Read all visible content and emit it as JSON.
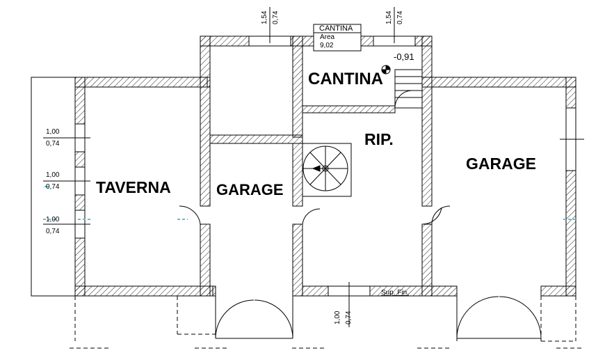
{
  "rooms": {
    "taverna": "TAVERNA",
    "garage_left": "GARAGE",
    "cantina": "CANTINA",
    "rip": "RIP.",
    "garage_right": "GARAGE"
  },
  "tag": {
    "name": "CANTINA",
    "area_label": "Area",
    "area_value": "9,02"
  },
  "level": "-0,91",
  "sup_fin": "Sup. Fin.",
  "windows": {
    "top_left": [
      "1,54",
      "0,74"
    ],
    "top_right": [
      "1,54",
      "0,74"
    ],
    "left_1": [
      "1,00",
      "0,74"
    ],
    "left_2": [
      "1,00",
      "0,74"
    ],
    "left_3": [
      "1,00",
      "0,74"
    ],
    "bottom": [
      "1,00",
      "0,74"
    ]
  },
  "colors": {
    "wall": "#000000",
    "hatch": "#000000",
    "accent": "#5bc0de"
  }
}
